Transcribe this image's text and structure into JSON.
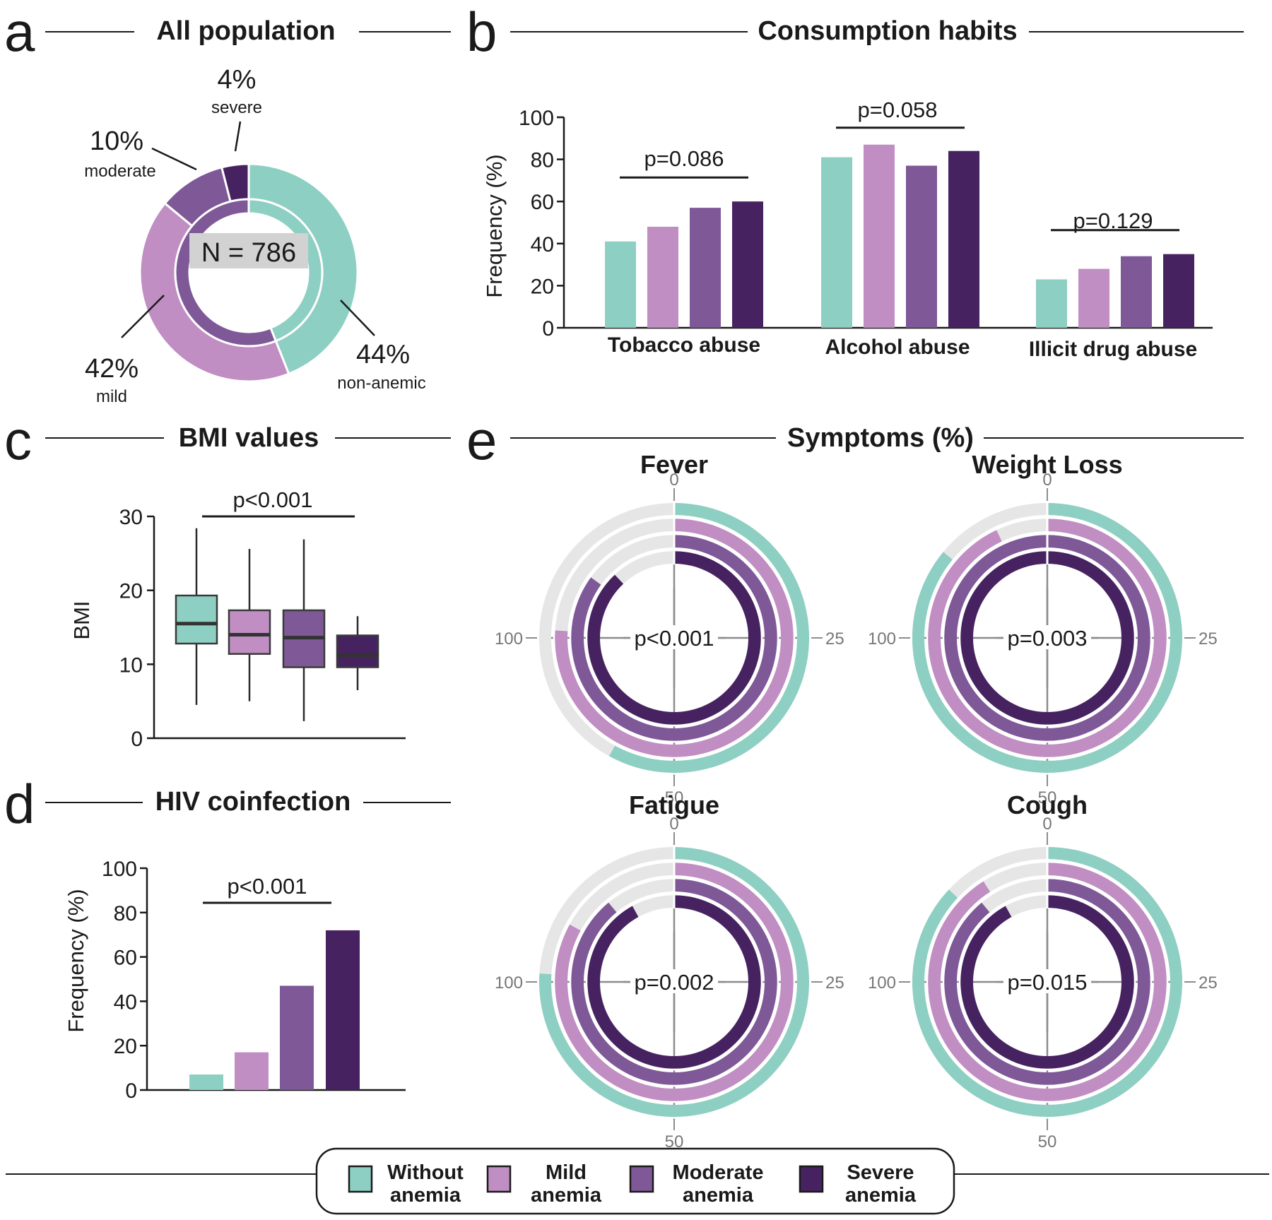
{
  "colors": {
    "without": "#8ecfc3",
    "mild": "#c08ec2",
    "moderate": "#7f5897",
    "severe": "#472260",
    "track": "#e6e6e6",
    "line": "#1a1a1a",
    "n_box": "#d2d2d2"
  },
  "panels": {
    "a": {
      "letter": "a",
      "title": "All population"
    },
    "b": {
      "letter": "b",
      "title": "Consumption habits"
    },
    "c": {
      "letter": "c",
      "title": "BMI values"
    },
    "d": {
      "letter": "d",
      "title": "HIV coinfection"
    },
    "e": {
      "letter": "e",
      "title": "Symptoms (%)"
    }
  },
  "legend": {
    "items": [
      {
        "line1": "Without",
        "line2": "anemia",
        "color": "without"
      },
      {
        "line1": "Mild",
        "line2": "anemia",
        "color": "mild"
      },
      {
        "line1": "Moderate",
        "line2": "anemia",
        "color": "moderate"
      },
      {
        "line1": "Severe",
        "line2": "anemia",
        "color": "severe"
      }
    ]
  },
  "chart_data": [
    {
      "id": "a",
      "type": "pie",
      "title": "All population",
      "center_label": "N = 786",
      "slices": [
        {
          "label": "non-anemic",
          "pct_label": "44%",
          "value": 44,
          "color": "without"
        },
        {
          "label": "mild",
          "pct_label": "42%",
          "value": 42,
          "color": "mild"
        },
        {
          "label": "moderate",
          "pct_label": "10%",
          "value": 10,
          "color": "moderate"
        },
        {
          "label": "severe",
          "pct_label": "4%",
          "value": 4,
          "color": "severe"
        }
      ],
      "inner_ring": {
        "non_anemic": 44,
        "anemic": 56,
        "colors": [
          "without",
          "moderate"
        ]
      }
    },
    {
      "id": "b",
      "type": "bar",
      "title": "Consumption habits",
      "ylabel": "Frequency (%)",
      "ylim": [
        0,
        100
      ],
      "yticks": [
        "0",
        "20",
        "40",
        "60",
        "80",
        "100"
      ],
      "categories": [
        "Tobacco abuse",
        "Alcohol abuse",
        "Illicit drug abuse"
      ],
      "series": [
        {
          "name": "Without anemia",
          "color": "without",
          "values": [
            41,
            81,
            23
          ]
        },
        {
          "name": "Mild anemia",
          "color": "mild",
          "values": [
            48,
            87,
            28
          ]
        },
        {
          "name": "Moderate anemia",
          "color": "moderate",
          "values": [
            57,
            77,
            34
          ]
        },
        {
          "name": "Severe anemia",
          "color": "severe",
          "values": [
            60,
            84,
            35
          ]
        }
      ],
      "pvalues": [
        "p=0.086",
        "p=0.058",
        "p=0.129"
      ]
    },
    {
      "id": "c",
      "type": "box",
      "title": "BMI values",
      "ylabel": "BMI",
      "ylim": [
        0,
        30
      ],
      "yticks": [
        "0",
        "10",
        "20",
        "30"
      ],
      "pvalue": "p<0.001",
      "boxes": [
        {
          "group": "Without anemia",
          "color": "without",
          "min": 4.5,
          "q1": 12.8,
          "median": 15.5,
          "q3": 19.3,
          "max": 28.4
        },
        {
          "group": "Mild anemia",
          "color": "mild",
          "min": 5.0,
          "q1": 11.4,
          "median": 14.0,
          "q3": 17.3,
          "max": 25.6
        },
        {
          "group": "Moderate anemia",
          "color": "moderate",
          "min": 2.3,
          "q1": 9.6,
          "median": 13.6,
          "q3": 17.3,
          "max": 26.9
        },
        {
          "group": "Severe anemia",
          "color": "severe",
          "min": 6.5,
          "q1": 9.6,
          "median": 11.2,
          "q3": 13.9,
          "max": 16.5
        }
      ]
    },
    {
      "id": "d",
      "type": "bar",
      "title": "HIV coinfection",
      "ylabel": "Frequency (%)",
      "ylim": [
        0,
        100
      ],
      "yticks": [
        "0",
        "20",
        "40",
        "60",
        "80",
        "100"
      ],
      "categories": [
        "Without anemia",
        "Mild anemia",
        "Moderate anemia",
        "Severe anemia"
      ],
      "values": [
        7,
        17,
        47,
        72
      ],
      "colors": [
        "without",
        "mild",
        "moderate",
        "severe"
      ],
      "pvalue": "p<0.001"
    },
    {
      "id": "e",
      "type": "radial_bar",
      "title": "Symptoms (%)",
      "ring_ticks": [
        "0",
        "25",
        "50",
        "100"
      ],
      "series_order": [
        "Without anemia",
        "Mild anemia",
        "Moderate anemia",
        "Severe anemia"
      ],
      "plots": [
        {
          "title": "Fever",
          "pvalue": "p<0.001",
          "values": [
            58,
            76,
            85,
            88
          ]
        },
        {
          "title": "Weight Loss",
          "pvalue": "p=0.003",
          "values": [
            86,
            93,
            100,
            100
          ]
        },
        {
          "title": "Fatigue",
          "pvalue": "p=0.002",
          "values": [
            76,
            83,
            89,
            92
          ]
        },
        {
          "title": "Cough",
          "pvalue": "p=0.015",
          "values": [
            87,
            91,
            89,
            92
          ]
        }
      ]
    }
  ]
}
